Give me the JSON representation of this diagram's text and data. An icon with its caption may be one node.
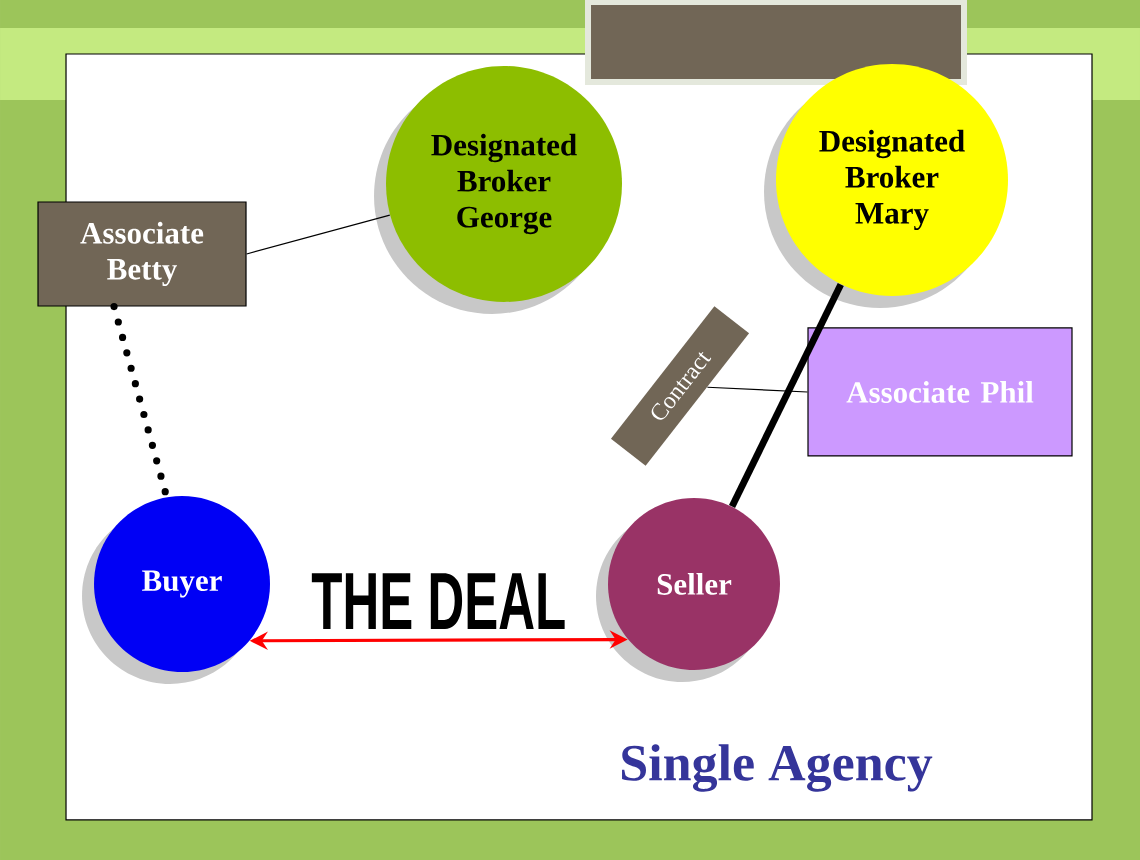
{
  "diagram": {
    "title": "Single Agency",
    "nodes": [
      {
        "text": [],
        "shape": "box"
      },
      {
        "text": [
          "Associate Betty"
        ]
      },
      {
        "text": [
          "Designated Broker George"
        ]
      },
      {
        "text": [
          "Designated Broker Mary"
        ]
      },
      {
        "text": [
          "Associate Phil"
        ]
      },
      {
        "text": [
          "Contract"
        ]
      },
      {
        "text": [
          "Buyer"
        ]
      },
      {
        "text": [
          "Seller"
        ]
      }
    ],
    "edges": [
      {
        "from": 1,
        "to": 2,
        "arrow": "none"
      },
      {
        "from": 1,
        "to": 6,
        "arrow": "none",
        "style": "dashed"
      },
      {
        "from": 3,
        "to": 7,
        "arrow": "none",
        "style": "thick"
      },
      {
        "from": 4,
        "to": 5,
        "arrow": "none"
      },
      {
        "from": 6,
        "to": 7,
        "arrow": "both",
        "label": "THE DEAL",
        "color": "#ff0000"
      }
    ]
  }
}
